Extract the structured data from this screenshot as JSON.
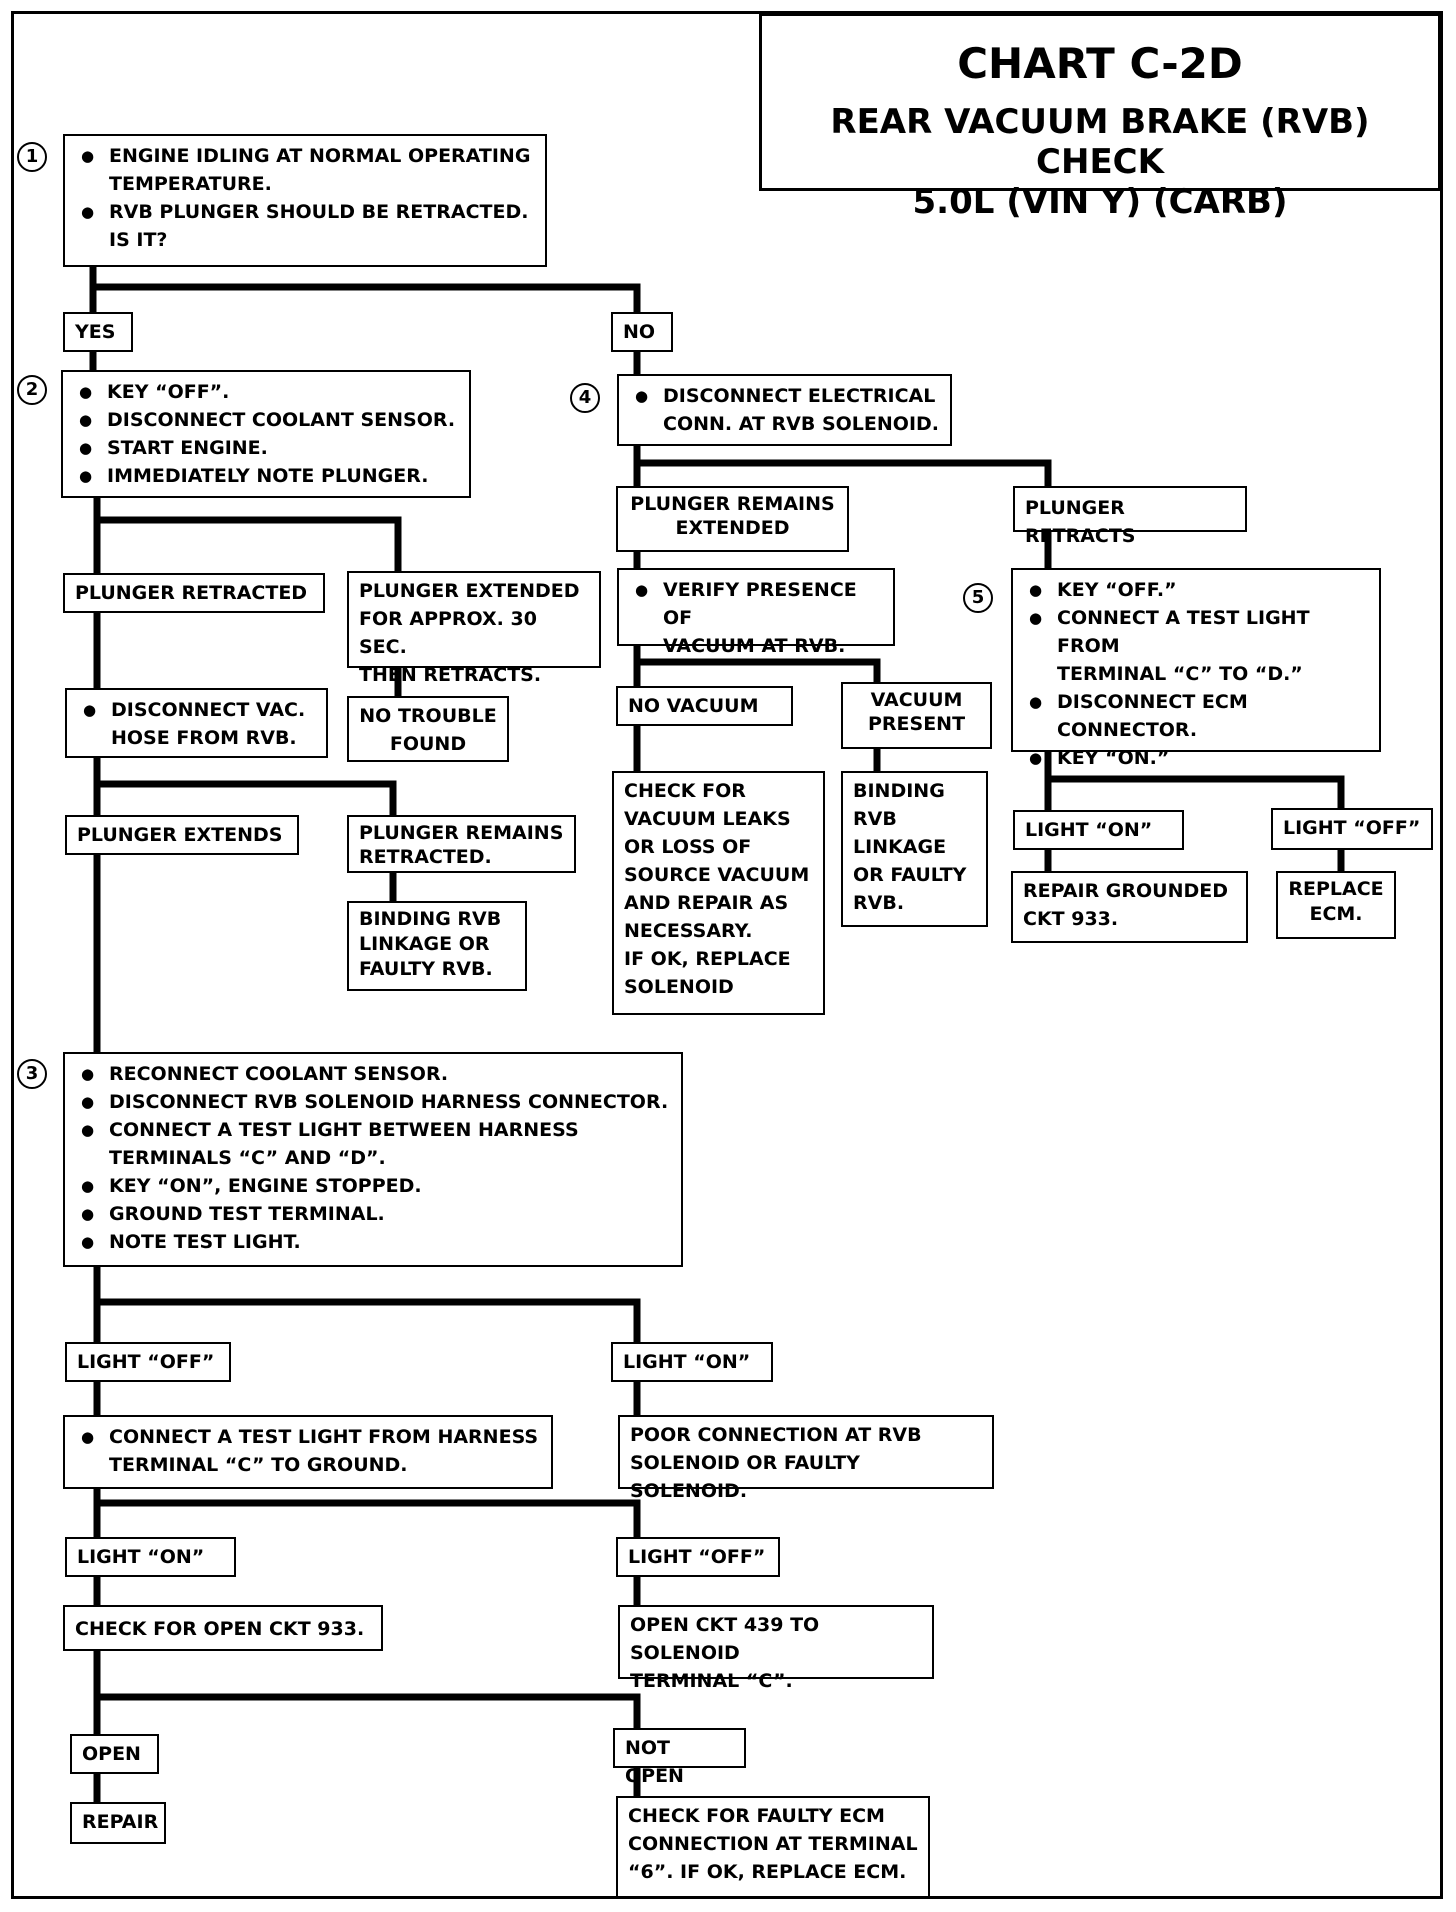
{
  "title": "CHART C-2D",
  "subtitle": "REAR VACUUM BRAKE (RVB) CHECK\n5.0L  (VIN Y)  (CARB)",
  "step_numbers": [
    "1",
    "2",
    "3",
    "4",
    "5"
  ],
  "step1": [
    "ENGINE IDLING AT NORMAL OPERATING\nTEMPERATURE.",
    "RVB PLUNGER SHOULD BE RETRACTED.\nIS IT?"
  ],
  "yes_label": "YES",
  "no_label": "NO",
  "step2": [
    "KEY “OFF”.",
    "DISCONNECT COOLANT SENSOR.",
    "START ENGINE.",
    "IMMEDIATELY NOTE PLUNGER."
  ],
  "plunger_retracted": "PLUNGER RETRACTED",
  "plunger_extended_30": "PLUNGER EXTENDED\nFOR APPROX. 30 SEC.\nTHEN RETRACTS.",
  "no_trouble_found": "NO TROUBLE\nFOUND",
  "disconnect_vac": [
    "DISCONNECT VAC.\nHOSE FROM RVB."
  ],
  "plunger_extends": "PLUNGER EXTENDS",
  "plunger_remains_retracted": "PLUNGER REMAINS\nRETRACTED.",
  "binding_rvb_left": "BINDING RVB\nLINKAGE OR\nFAULTY RVB.",
  "step3": [
    "RECONNECT COOLANT SENSOR.",
    "DISCONNECT RVB SOLENOID HARNESS CONNECTOR.",
    "CONNECT A TEST LIGHT BETWEEN HARNESS\nTERMINALS “C” AND “D”.",
    "KEY “ON”, ENGINE STOPPED.",
    "GROUND TEST TERMINAL.",
    "NOTE TEST LIGHT."
  ],
  "light_off_1": "LIGHT “OFF”",
  "light_on_1": "LIGHT “ON”",
  "connect_test_light_ground": [
    "CONNECT A TEST LIGHT FROM HARNESS\nTERMINAL “C” TO GROUND."
  ],
  "poor_connection": "POOR CONNECTION AT RVB\nSOLENOID OR FAULTY SOLENOID.",
  "light_on_2": "LIGHT “ON”",
  "light_off_2": "LIGHT “OFF”",
  "check_open_933": "CHECK FOR OPEN CKT 933.",
  "open_439": "OPEN CKT 439 TO SOLENOID\nTERMINAL “C”.",
  "open_label": "OPEN",
  "not_open_label": "NOT OPEN",
  "repair_label": "REPAIR",
  "check_faulty_ecm": "CHECK FOR FAULTY ECM\nCONNECTION AT TERMINAL\n“6”.  IF OK, REPLACE ECM.",
  "step4": [
    "DISCONNECT ELECTRICAL\nCONN. AT RVB SOLENOID."
  ],
  "plunger_remains_extended": "PLUNGER REMAINS\nEXTENDED",
  "plunger_retracts": "PLUNGER RETRACTS",
  "verify_vacuum": [
    "VERIFY PRESENCE OF\nVACUUM AT RVB."
  ],
  "no_vacuum": "NO  VACUUM",
  "vacuum_present": "VACUUM\nPRESENT",
  "check_vacuum_leaks": "CHECK FOR\nVACUUM LEAKS\nOR LOSS OF\nSOURCE VACUUM\nAND REPAIR AS\nNECESSARY.\nIF OK, REPLACE\nSOLENOID",
  "binding_rvb_right": "BINDING\nRVB\nLINKAGE\nOR FAULTY\nRVB.",
  "step5": [
    "KEY “OFF.”",
    "CONNECT A TEST LIGHT FROM\nTERMINAL “C” TO “D.”",
    "DISCONNECT ECM\nCONNECTOR.",
    "KEY “ON.”"
  ],
  "light_on_3": "LIGHT “ON”",
  "light_off_3": "LIGHT “OFF”",
  "repair_grounded_933": "REPAIR GROUNDED\nCKT 933.",
  "replace_ecm": "REPLACE\nECM."
}
